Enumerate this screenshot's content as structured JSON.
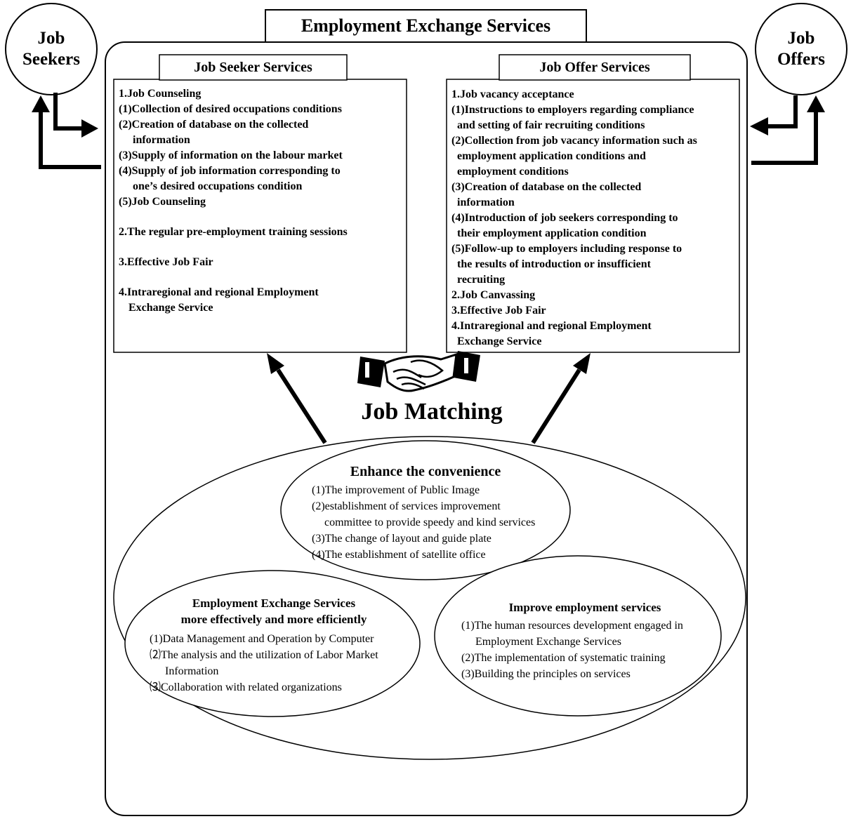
{
  "main_title": "Employment Exchange Services",
  "job_seekers": [
    "Job",
    "Seekers"
  ],
  "job_offers": [
    "Job",
    "Offers"
  ],
  "seeker_services": {
    "title": "Job Seeker Services",
    "items": [
      "1.Job Counseling",
      "(1)Collection of desired occupations conditions",
      "(2)Creation of database on the collected",
      "information",
      "(3)Supply of information on the labour market",
      "(4)Supply of job information corresponding to",
      "one’s desired occupations condition",
      "(5)Job Counseling",
      "2.The regular pre-employment training sessions",
      "3.Effective Job Fair",
      "4.Intraregional and regional Employment",
      "Exchange Service"
    ]
  },
  "offer_services": {
    "title": "Job Offer Services",
    "items": [
      "1.Job vacancy acceptance",
      "(1)Instructions to employers regarding compliance",
      "and setting of fair recruiting conditions",
      "(2)Collection from job vacancy information such as",
      "employment application conditions and",
      "employment conditions",
      "(3)Creation of database on the collected",
      "information",
      "(4)Introduction of job seekers corresponding to",
      "their employment application condition",
      "(5)Follow-up to employers including response to",
      "the results of introduction or insufficient",
      "recruiting",
      "2.Job Canvassing",
      "3.Effective Job Fair",
      "4.Intraregional and regional Employment",
      "Exchange Service"
    ]
  },
  "job_matching": "Job Matching",
  "convenience": {
    "title": "Enhance the convenience",
    "items": [
      "(1)The improvement of Public Image",
      "(2)establishment of services improvement",
      "committee to provide speedy and kind services",
      "(3)The change of layout and guide plate",
      "(4)The establishment of satellite office"
    ]
  },
  "effective": {
    "title": [
      "Employment Exchange Services",
      "more effectively and more efficiently"
    ],
    "items": [
      "(1)Data Management and Operation by Computer",
      "⑵The analysis and the utilization of Labor Market",
      "Information",
      "⑶Collaboration with related organizations"
    ]
  },
  "improve": {
    "title": "Improve employment services",
    "items": [
      "(1)The human resources development engaged in",
      "Employment Exchange Services",
      "(2)The implementation of systematic training",
      "(3)Building the principles on services"
    ]
  }
}
